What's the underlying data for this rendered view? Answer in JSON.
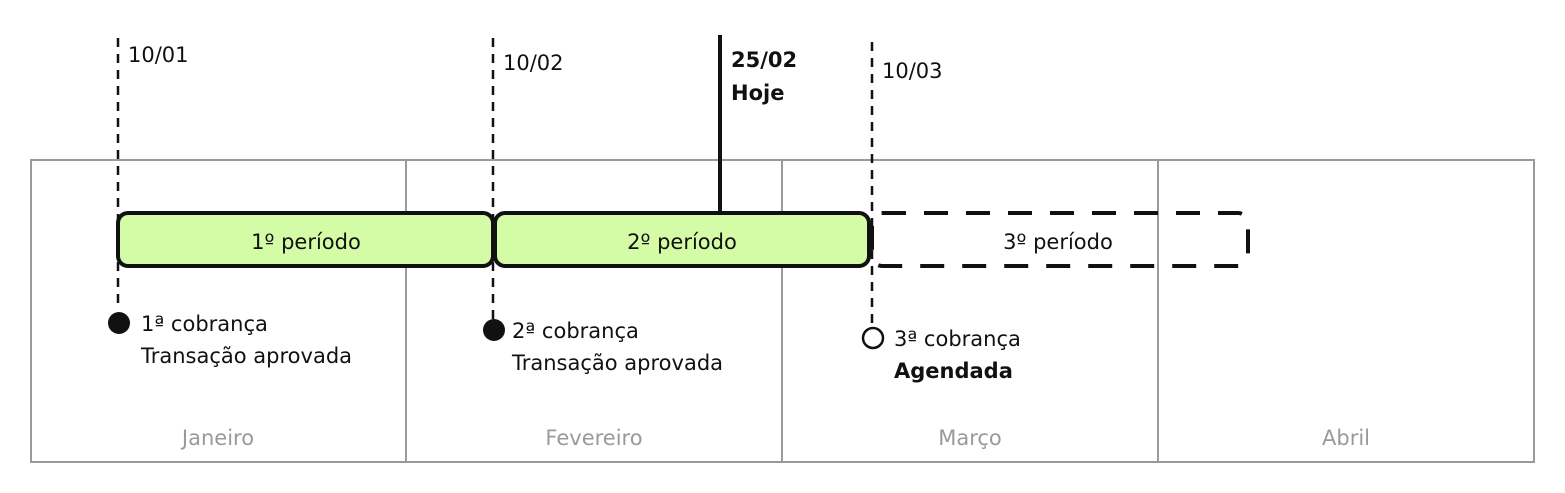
{
  "colors": {
    "completed_fill": "#d4fca6",
    "grid": "#9a9a9a",
    "ink": "#111111"
  },
  "markers": [
    {
      "date": "10/01"
    },
    {
      "date": "10/02"
    },
    {
      "date": "10/03"
    }
  ],
  "today": {
    "date": "25/02",
    "label": "Hoje"
  },
  "periods": [
    {
      "label": "1º período",
      "status": "completed"
    },
    {
      "label": "2º período",
      "status": "completed"
    },
    {
      "label": "3º período",
      "status": "scheduled"
    }
  ],
  "charges": [
    {
      "title": "1ª cobrança",
      "status": "Transação aprovada"
    },
    {
      "title": "2ª cobrança",
      "status": "Transação aprovada"
    },
    {
      "title": "3ª cobrança",
      "status": "Agendada"
    }
  ],
  "months": [
    "Janeiro",
    "Fevereiro",
    "Março",
    "Abril"
  ]
}
